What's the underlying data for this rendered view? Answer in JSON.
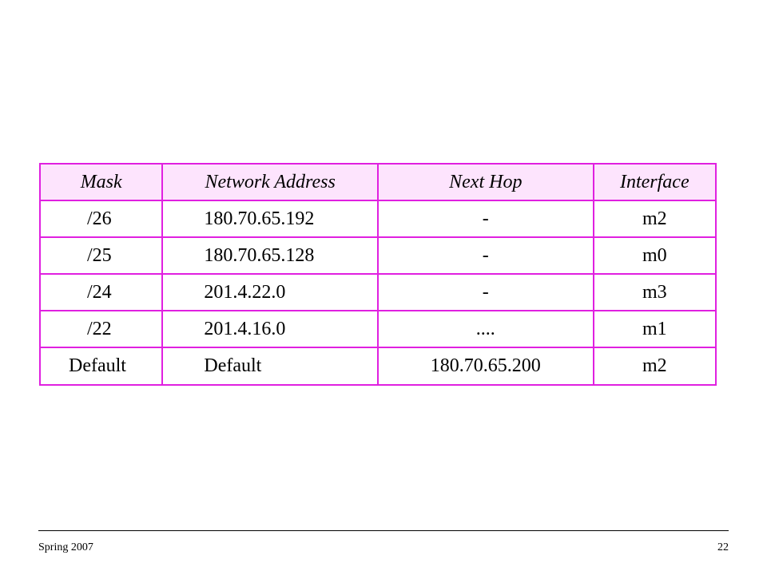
{
  "table": {
    "headers": [
      "Mask",
      "Network Address",
      "Next Hop",
      "Interface"
    ],
    "rows": [
      [
        "/26",
        "180.70.65.192",
        "-",
        "m2"
      ],
      [
        "/25",
        "180.70.65.128",
        "-",
        "m0"
      ],
      [
        "/24",
        "201.4.22.0",
        "-",
        "m3"
      ],
      [
        "/22",
        "201.4.16.0",
        "....",
        "m1"
      ],
      [
        "Default",
        "Default",
        "180.70.65.200",
        "m2"
      ]
    ],
    "colors": {
      "border": "#e020e0",
      "header_background": "#fde4fd"
    }
  },
  "footer": {
    "left": "Spring 2007",
    "right": "22"
  }
}
